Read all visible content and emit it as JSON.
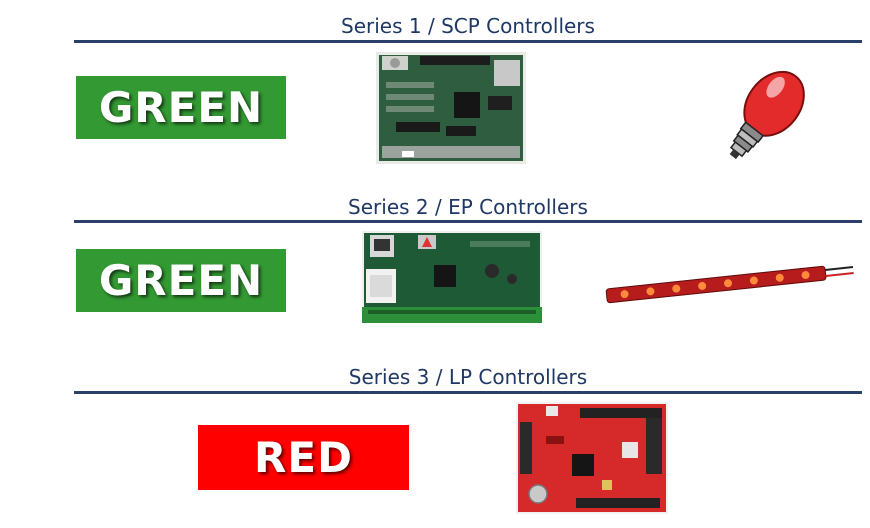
{
  "colors": {
    "title_text": "#1f3864",
    "rule": "#2a3f6a",
    "status_green": "#339933",
    "status_red": "#ff0000"
  },
  "sections": [
    {
      "title": "Series 1 / SCP Controllers",
      "status": "GREEN",
      "board_image": "green-circuit-board",
      "indicator_image": "red-light-bulb-icon"
    },
    {
      "title": "Series 2 / EP Controllers",
      "status": "GREEN",
      "board_image": "green-circuit-board",
      "indicator_image": "red-led-strip-icon"
    },
    {
      "title": "Series 3 / LP Controllers",
      "status": "RED",
      "board_image": "red-circuit-board"
    }
  ]
}
